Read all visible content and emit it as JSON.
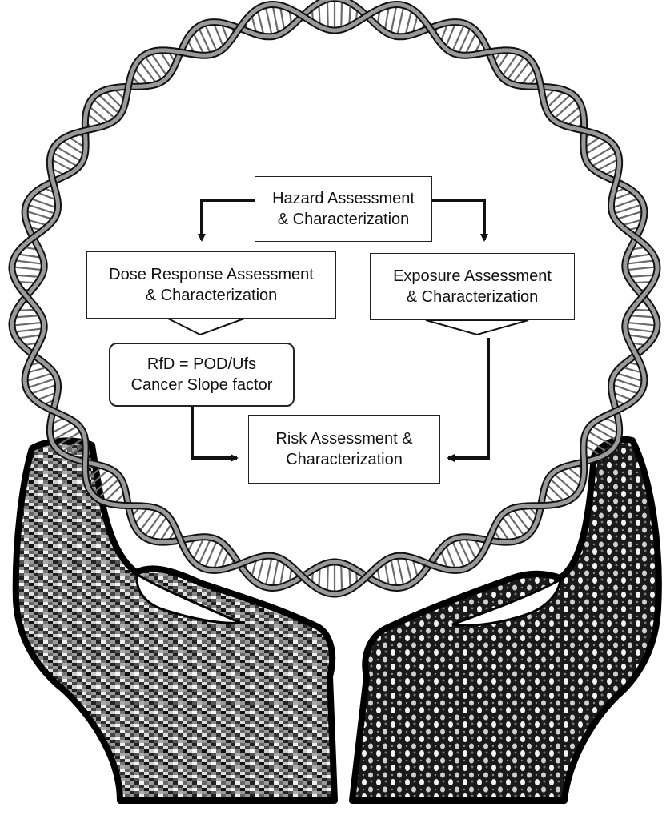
{
  "diagram": {
    "hazard": {
      "line1": "Hazard Assessment",
      "line2": "& Characterization"
    },
    "dose_response": {
      "line1": "Dose Response Assessment",
      "line2": "& Characterization"
    },
    "exposure": {
      "line1": "Exposure Assessment",
      "line2": "& Characterization"
    },
    "rfd": {
      "line1": "RfD = POD/Ufs",
      "line2": "Cancer Slope factor"
    },
    "risk": {
      "line1": "Risk Assessment &",
      "line2": "Characterization"
    }
  },
  "illustration": {
    "ring": "dna-double-helix-ring",
    "left_hand": "gene-expression-microarray-hand",
    "right_hand": "spotted-array-hand"
  }
}
